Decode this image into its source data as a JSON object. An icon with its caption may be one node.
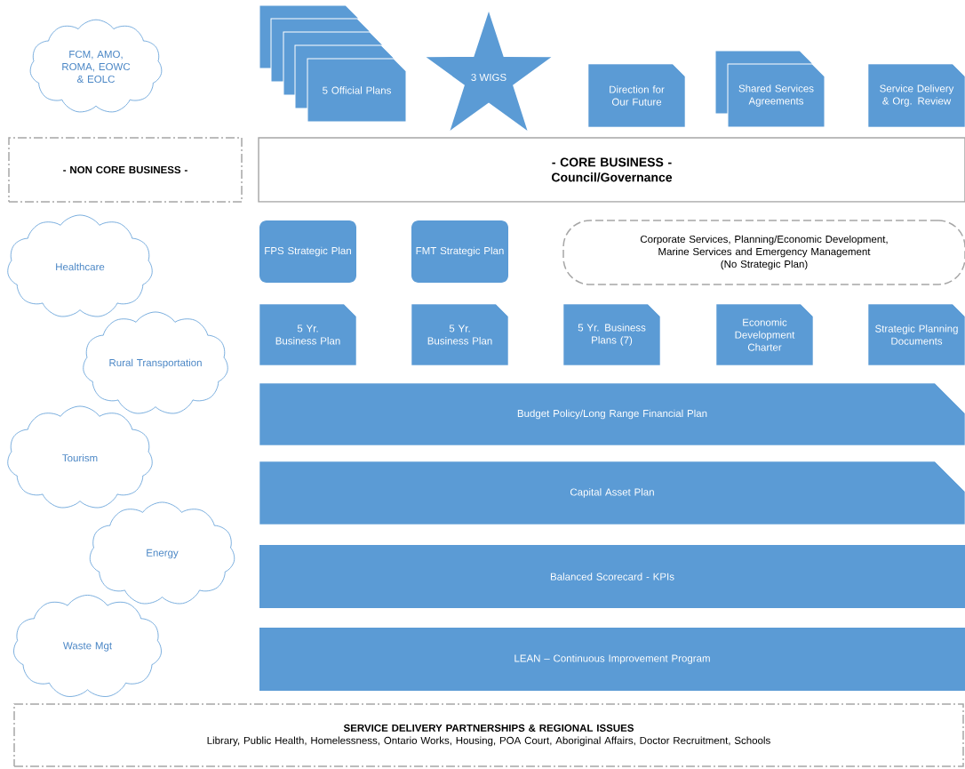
{
  "diagram": {
    "nodes": [
      {
        "text": [
          "FCM, AMO, ROMA, EOWC & EOLC"
        ]
      },
      {
        "text": [
          "5 Official Plans"
        ]
      },
      {
        "text": [
          "3 WIGS"
        ]
      },
      {
        "text": [
          "Direction for Our Future"
        ]
      },
      {
        "text": [
          "Shared Services Agreements"
        ]
      },
      {
        "text": [
          "Service Delivery & Org. Review"
        ]
      },
      {
        "text": [
          "- NON CORE BUSINESS -"
        ]
      },
      {
        "text": [
          "- CORE BUSINESS -",
          "Council/Governance"
        ]
      },
      {
        "text": [
          "Healthcare"
        ]
      },
      {
        "text": [
          "FPS Strategic Plan"
        ]
      },
      {
        "text": [
          "FMT Strategic Plan"
        ]
      },
      {
        "text": [
          "Corporate Services, Planning/Economic Development, Marine Services and Emergency Management",
          "(No Strategic Plan)"
        ]
      },
      {
        "text": [
          "Rural Transportation"
        ]
      },
      {
        "text": [
          "5 Yr. Business Plan"
        ]
      },
      {
        "text": [
          "5 Yr. Business Plan"
        ]
      },
      {
        "text": [
          "5 Yr. Business Plans (7)"
        ]
      },
      {
        "text": [
          "Economic Development Charter"
        ]
      },
      {
        "text": [
          "Strategic Planning Documents"
        ]
      },
      {
        "text": [
          "Budget Policy/Long Range Financial Plan"
        ]
      },
      {
        "text": [
          "Tourism"
        ]
      },
      {
        "text": [
          "Capital Asset Plan"
        ]
      },
      {
        "text": [
          "Energy"
        ]
      },
      {
        "text": [
          "Balanced Scorecard - KPIs"
        ]
      },
      {
        "text": [
          "Waste Mgt"
        ]
      },
      {
        "text": [
          "LEAN – Continuous Improvement Program"
        ]
      },
      {
        "text": [
          "SERVICE DELIVERY PARTNERSHIPS & REGIONAL ISSUES",
          "Library, Public Health, Homelessness, Ontario Works, Housing, POA Court, Aboriginal Affairs, Doctor Recruitment, Schools"
        ]
      }
    ]
  }
}
